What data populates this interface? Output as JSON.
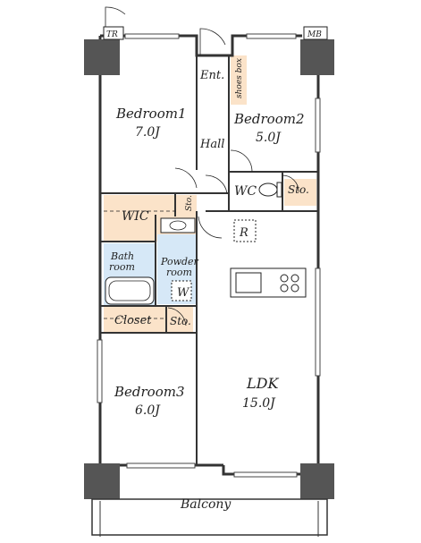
{
  "rooms": {
    "bedroom1": {
      "name": "Bedroom1",
      "size": "7.0J"
    },
    "bedroom2": {
      "name": "Bedroom2",
      "size": "5.0J"
    },
    "bedroom3": {
      "name": "Bedroom3",
      "size": "6.0J"
    },
    "ldk": {
      "name": "LDK",
      "size": "15.0J"
    },
    "hall": "Hall",
    "entrance": "Ent.",
    "shoes_box": "shoes box",
    "wc": "WC",
    "wic": "WIC",
    "bathroom": [
      "Bath",
      "room"
    ],
    "powder_room": [
      "Powder",
      "room"
    ],
    "closet": "Closet",
    "storage": "Sto.",
    "washer": "W",
    "refrigerator": "R",
    "balcony": "Balcony"
  },
  "meters": {
    "tr": "TR",
    "mb": "MB"
  },
  "colors": {
    "wood": "#fbe3c9",
    "wet": "#d6e8f7",
    "wall": "#555555",
    "line": "#222222"
  }
}
